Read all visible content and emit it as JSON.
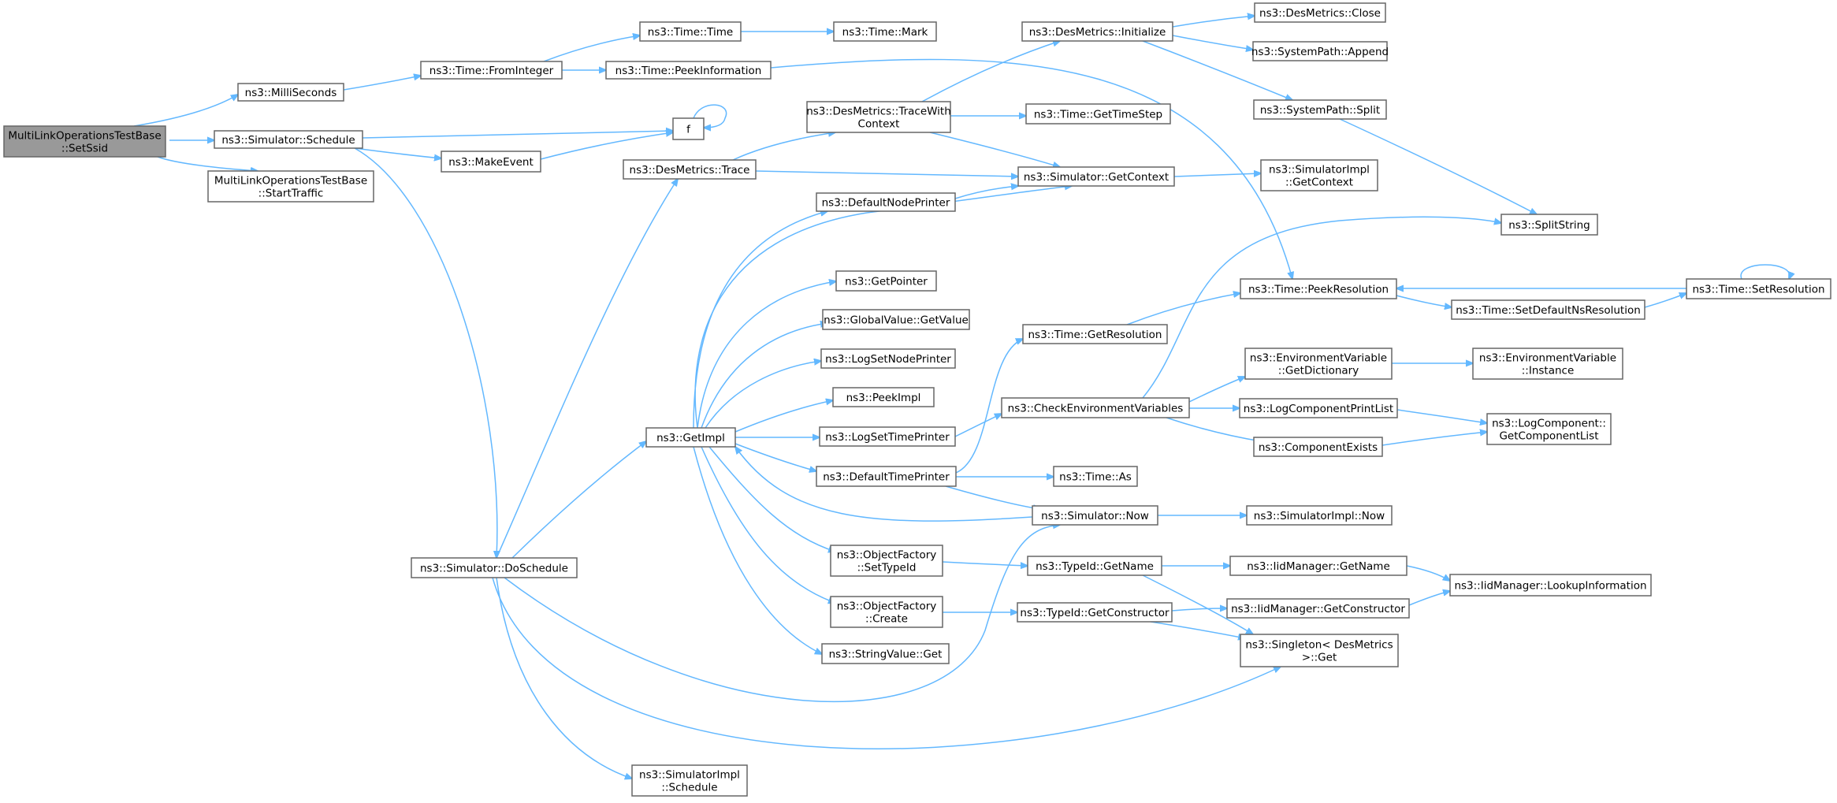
{
  "colors": {
    "edge": "#63b8ff",
    "node_border": "#666666",
    "root_fill": "#999999",
    "node_fill": "#ffffff"
  },
  "nodes": [
    {
      "id": "setssid",
      "lines": [
        "MultiLinkOperationsTestBase",
        "::SetSsid"
      ],
      "root": true
    },
    {
      "id": "milliseconds",
      "lines": [
        "ns3::MilliSeconds"
      ]
    },
    {
      "id": "schedule",
      "lines": [
        "ns3::Simulator::Schedule"
      ]
    },
    {
      "id": "starttraffic",
      "lines": [
        "MultiLinkOperationsTestBase",
        "::StartTraffic"
      ]
    },
    {
      "id": "fromint",
      "lines": [
        "ns3::Time::FromInteger"
      ]
    },
    {
      "id": "f",
      "lines": [
        "f"
      ]
    },
    {
      "id": "makeevent",
      "lines": [
        "ns3::MakeEvent"
      ]
    },
    {
      "id": "doschedule",
      "lines": [
        "ns3::Simulator::DoSchedule"
      ]
    },
    {
      "id": "timetime",
      "lines": [
        "ns3::Time::Time"
      ]
    },
    {
      "id": "peekinfo",
      "lines": [
        "ns3::Time::PeekInformation"
      ]
    },
    {
      "id": "timemark",
      "lines": [
        "ns3::Time::Mark"
      ]
    },
    {
      "id": "destrace",
      "lines": [
        "ns3::DesMetrics::Trace"
      ]
    },
    {
      "id": "tracewith",
      "lines": [
        "ns3::DesMetrics::TraceWith",
        "Context"
      ]
    },
    {
      "id": "getimpl",
      "lines": [
        "ns3::GetImpl"
      ]
    },
    {
      "id": "simimplsched",
      "lines": [
        "ns3::SimulatorImpl",
        "::Schedule"
      ]
    },
    {
      "id": "defnodeprinter",
      "lines": [
        "ns3::DefaultNodePrinter"
      ]
    },
    {
      "id": "getpointer",
      "lines": [
        "ns3::GetPointer"
      ]
    },
    {
      "id": "globalvalue",
      "lines": [
        "ns3::GlobalValue::GetValue"
      ]
    },
    {
      "id": "logsetnode",
      "lines": [
        "ns3::LogSetNodePrinter"
      ]
    },
    {
      "id": "peekimpl",
      "lines": [
        "ns3::PeekImpl"
      ]
    },
    {
      "id": "logsettime",
      "lines": [
        "ns3::LogSetTimePrinter"
      ]
    },
    {
      "id": "deftimeprinter",
      "lines": [
        "ns3::DefaultTimePrinter"
      ]
    },
    {
      "id": "ofsettypeid",
      "lines": [
        "ns3::ObjectFactory",
        "::SetTypeId"
      ]
    },
    {
      "id": "ofcreate",
      "lines": [
        "ns3::ObjectFactory",
        "::Create"
      ]
    },
    {
      "id": "stringvalue",
      "lines": [
        "ns3::StringValue::Get"
      ]
    },
    {
      "id": "desinit",
      "lines": [
        "ns3::DesMetrics::Initialize"
      ]
    },
    {
      "id": "gettimestep",
      "lines": [
        "ns3::Time::GetTimeStep"
      ]
    },
    {
      "id": "getcontext",
      "lines": [
        "ns3::Simulator::GetContext"
      ]
    },
    {
      "id": "getresolution",
      "lines": [
        "ns3::Time::GetResolution"
      ]
    },
    {
      "id": "checkenv",
      "lines": [
        "ns3::CheckEnvironmentVariables"
      ]
    },
    {
      "id": "timeas",
      "lines": [
        "ns3::Time::As"
      ]
    },
    {
      "id": "simnow",
      "lines": [
        "ns3::Simulator::Now"
      ]
    },
    {
      "id": "typeidname",
      "lines": [
        "ns3::TypeId::GetName"
      ]
    },
    {
      "id": "typeidctor",
      "lines": [
        "ns3::TypeId::GetConstructor"
      ]
    },
    {
      "id": "desclose",
      "lines": [
        "ns3::DesMetrics::Close"
      ]
    },
    {
      "id": "sysappend",
      "lines": [
        "ns3::SystemPath::Append"
      ]
    },
    {
      "id": "syssplit",
      "lines": [
        "ns3::SystemPath::Split"
      ]
    },
    {
      "id": "simimplctx",
      "lines": [
        "ns3::SimulatorImpl",
        "::GetContext"
      ]
    },
    {
      "id": "peekres",
      "lines": [
        "ns3::Time::PeekResolution"
      ]
    },
    {
      "id": "envdict",
      "lines": [
        "ns3::EnvironmentVariable",
        "::GetDictionary"
      ]
    },
    {
      "id": "logcompprint",
      "lines": [
        "ns3::LogComponentPrintList"
      ]
    },
    {
      "id": "compexists",
      "lines": [
        "ns3::ComponentExists"
      ]
    },
    {
      "id": "simimplnow",
      "lines": [
        "ns3::SimulatorImpl::Now"
      ]
    },
    {
      "id": "iidname",
      "lines": [
        "ns3::IidManager::GetName"
      ]
    },
    {
      "id": "iidctor",
      "lines": [
        "ns3::IidManager::GetConstructor"
      ]
    },
    {
      "id": "singleton",
      "lines": [
        "ns3::Singleton< DesMetrics",
        " >::Get"
      ]
    },
    {
      "id": "splitstring",
      "lines": [
        "ns3::SplitString"
      ]
    },
    {
      "id": "setdefaultns",
      "lines": [
        "ns3::Time::SetDefaultNsResolution"
      ]
    },
    {
      "id": "setresolution",
      "lines": [
        "ns3::Time::SetResolution"
      ]
    },
    {
      "id": "envinstance",
      "lines": [
        "ns3::EnvironmentVariable",
        "::Instance"
      ]
    },
    {
      "id": "logcomplist",
      "lines": [
        "ns3::LogComponent::",
        "GetComponentList"
      ]
    },
    {
      "id": "iidlookup",
      "lines": [
        "ns3::IidManager::LookupInformation"
      ]
    }
  ]
}
